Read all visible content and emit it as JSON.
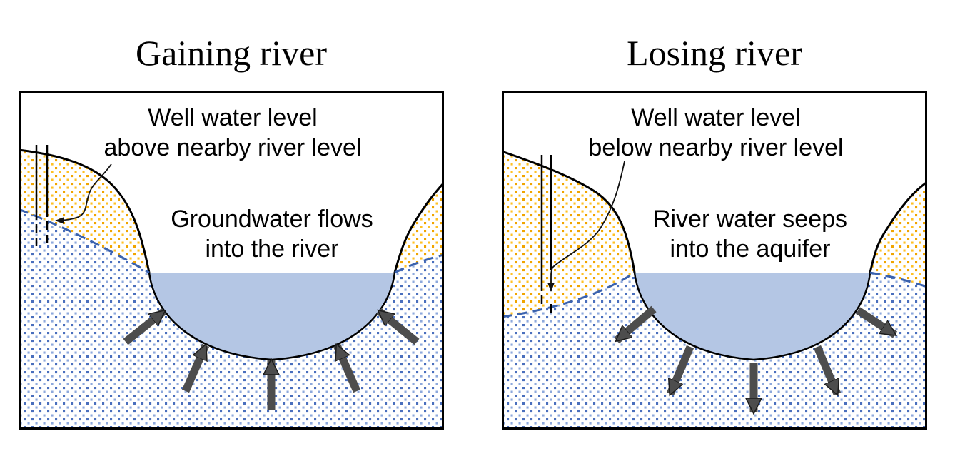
{
  "figure": {
    "panels": [
      {
        "id": "gaining-river",
        "title": "Gaining river",
        "well_label": {
          "line1": "Well water level",
          "line2": "above nearby river level"
        },
        "flow_label": {
          "line1": "Groundwater flows",
          "line2": "into the river"
        },
        "flow_direction": "groundwater flows toward river (arrows point into river)"
      },
      {
        "id": "losing-river",
        "title": "Losing river",
        "well_label": {
          "line1": "Well water level",
          "line2": "below nearby river level"
        },
        "flow_label": {
          "line1": "River water seeps",
          "line2": "into the aquifer"
        },
        "flow_direction": "river water seeps outward into aquifer (arrows point away from river)"
      }
    ],
    "colors": {
      "river_water": "#b4c6e4",
      "water_table_dash": "#3a62ae",
      "unsaturated_dot_light": "#ffc125",
      "unsaturated_dot_dark": "#f0a500",
      "aquifer_dot_light": "#8ea9dc",
      "aquifer_dot_dark": "#4a6fbd",
      "flow_arrow": "#4d4d4d",
      "outline": "#000000",
      "background": "#ffffff"
    }
  }
}
